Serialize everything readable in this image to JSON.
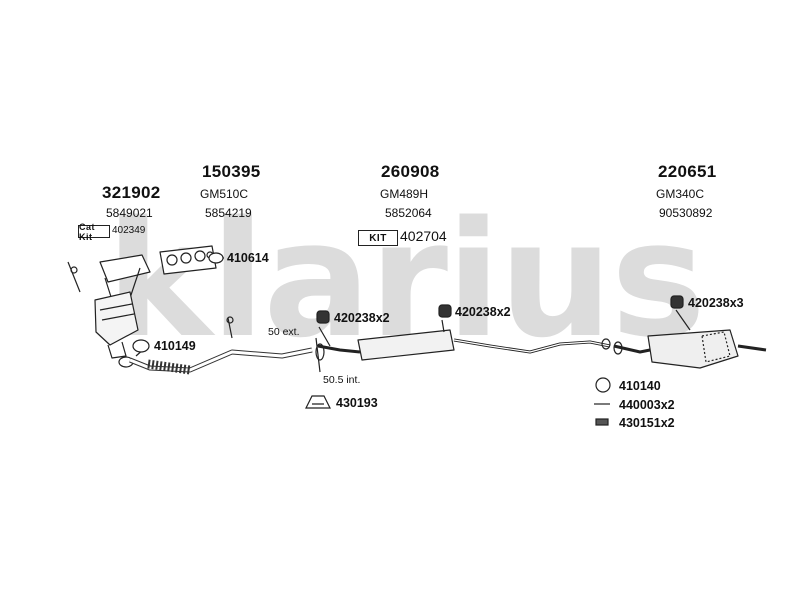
{
  "watermark": {
    "text": "klarius"
  },
  "groups": [
    {
      "part_number": "321902",
      "oem": "5849021"
    },
    {
      "part_number": "150395",
      "oem": "GM510C",
      "ref": "5854219"
    },
    {
      "part_number": "260908",
      "oem": "GM489H",
      "ref": "5852064"
    },
    {
      "part_number": "220651",
      "oem": "GM340C",
      "ref": "90530892"
    }
  ],
  "kits": [
    {
      "badge": "Cat Kit",
      "number": "402349"
    },
    {
      "badge": "KIT",
      "number": "402704"
    }
  ],
  "parts": [
    {
      "code": "410614"
    },
    {
      "code": "420238x2"
    },
    {
      "code": "420238x2"
    },
    {
      "code": "420238x3"
    },
    {
      "code": "410149"
    },
    {
      "code": "430193"
    },
    {
      "code": "410140"
    },
    {
      "code": "440003x2"
    },
    {
      "code": "430151x2"
    }
  ],
  "notes": {
    "ext": "50 ext.",
    "int": "50.5 int."
  }
}
